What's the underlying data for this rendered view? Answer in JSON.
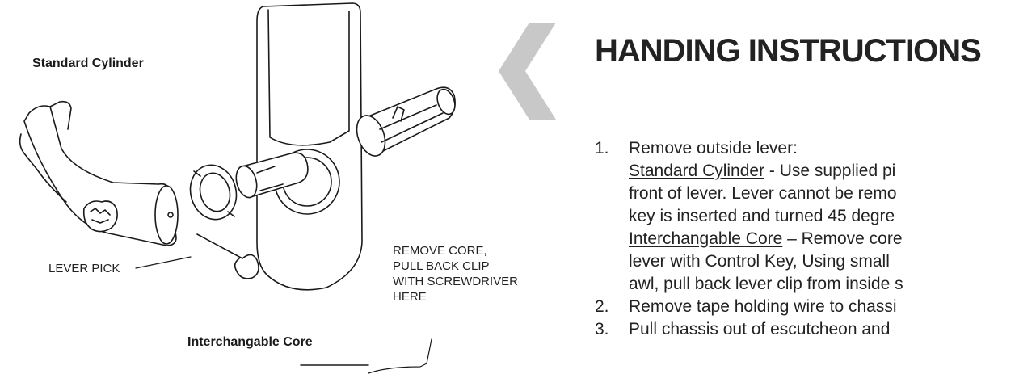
{
  "diagram": {
    "standard_cylinder_label": "Standard Cylinder",
    "lever_pick_label": "LEVER PICK",
    "interchangable_core_label": "Interchangable Core",
    "core_callout": [
      "REMOVE CORE,",
      "PULL BACK CLIP",
      "WITH SCREWDRIVER",
      "HERE"
    ]
  },
  "instructions": {
    "title": "HANDING INSTRUCTIONS",
    "step1_num": "1.",
    "step1_heading": "Remove outside lever:",
    "standard_label": "Standard Cylinder",
    "standard_text_1": " - Use supplied pi",
    "standard_text_2": "front of lever. Lever cannot be remo",
    "standard_text_3": "key is inserted and turned 45 degre",
    "core_label": "Interchangable Core",
    "core_text_1": " – Remove core",
    "core_text_2": "lever with Control Key, Using small",
    "core_text_3": "awl, pull back lever clip from inside s",
    "step2_num": "2.",
    "step2_text": "Remove tape holding wire to chassi",
    "step3_num": "3.",
    "step3_text": "Pull chassis out of escutcheon and"
  }
}
